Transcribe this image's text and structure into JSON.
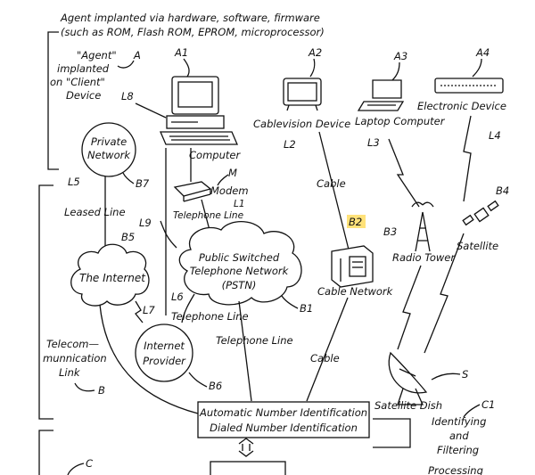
{
  "header": {
    "line1": "Agent implanted via hardware, software, firmware",
    "line2": "(such as ROM, Flash ROM, EPROM, microprocessor)"
  },
  "agent_note": {
    "line1": "\"Agent\"",
    "line2": "implanted",
    "line3": "on \"Client\"",
    "line4": "Device",
    "ref": "A"
  },
  "devices": {
    "a1": "A1",
    "a2": "A2",
    "a3": "A3",
    "a4": "A4",
    "cablevision": "Cablevision Device",
    "laptop": "Laptop Computer",
    "electronic": "Electronic Device",
    "computer": "Computer",
    "modem": "Modem",
    "modem_ref": "M"
  },
  "links": {
    "l1": "L1",
    "l2": "L2",
    "l3": "L3",
    "l4": "L4",
    "l5": "L5",
    "l6": "L6",
    "l7": "L7",
    "l8": "L8",
    "l9": "L9",
    "telephone_line": "Telephone Line",
    "leased_line": "Leased Line",
    "cable": "Cable"
  },
  "nodes": {
    "private_network_1": "Private",
    "private_network_2": "Network",
    "b7": "B7",
    "b5": "B5",
    "internet": "The Internet",
    "pstn_1": "Public Switched",
    "pstn_2": "Telephone Network",
    "pstn_3": "(PSTN)",
    "b1": "B1",
    "provider_1": "Internet",
    "provider_2": "Provider",
    "b6": "B6",
    "b2": "B2",
    "cable_network": "Cable Network",
    "b3": "B3",
    "radio_tower": "Radio Tower",
    "b4": "B4",
    "satellite": "Satellite",
    "satellite_dish": "Satellite Dish",
    "s": "S"
  },
  "bottom": {
    "ani_1": "Automatic Number Identification",
    "ani_2": "Dialed Number Identification",
    "c1": "C1",
    "identifying_1": "Identifying",
    "identifying_2": "and",
    "identifying_3": "Filtering",
    "telecom_1": "Telecom—",
    "telecom_2": "munnication",
    "telecom_3": "Link",
    "b": "B",
    "c": "C",
    "processing": "Processing"
  },
  "colors": {
    "highlight": "#ffe27a",
    "ink": "#111111"
  }
}
